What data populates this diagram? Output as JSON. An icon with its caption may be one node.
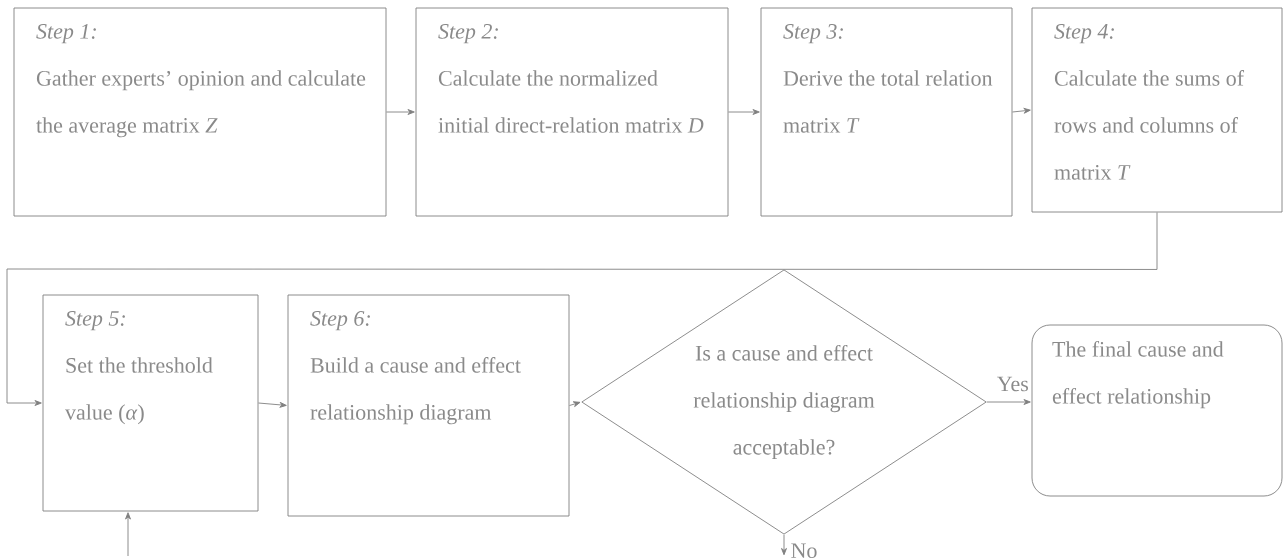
{
  "diagram": {
    "nodes": [
      {
        "text": [
          "Step 1:",
          "Gather experts’ opinion and calculate the average matrix *Z*"
        ]
      },
      {
        "text": [
          "Step 2:",
          "Calculate the normalized initial direct-relation matrix *D*"
        ]
      },
      {
        "text": [
          "Step 3:",
          "Derive the total relation matrix *T*"
        ]
      },
      {
        "text": [
          "Step 4:",
          "Calculate the sums of rows and columns of matrix *T*"
        ]
      },
      {
        "text": [
          "Step 5:",
          "Set the threshold value (*α*)"
        ]
      },
      {
        "text": [
          "Step 6:",
          "Build a cause and effect relationship diagram"
        ]
      },
      {
        "text": [
          "Is a cause and effect relationship diagram acceptable?"
        ]
      },
      {
        "text": [
          "The final cause and effect relationship"
        ]
      }
    ],
    "edges": [
      {
        "from": 0,
        "to": 1,
        "arrow": "to"
      },
      {
        "from": 1,
        "to": 2,
        "arrow": "to"
      },
      {
        "from": 2,
        "to": 3,
        "arrow": "to"
      },
      {
        "from": 3,
        "to": 4,
        "arrow": "to"
      },
      {
        "from": 4,
        "to": 5,
        "arrow": "to"
      },
      {
        "from": 5,
        "to": 6,
        "arrow": "to"
      },
      {
        "from": 6,
        "to": 7,
        "arrow": "to",
        "label": "Yes"
      },
      {
        "from": 6,
        "to": null,
        "arrow": "to",
        "label": "No"
      },
      {
        "from": null,
        "to": 4,
        "arrow": "to"
      }
    ]
  }
}
